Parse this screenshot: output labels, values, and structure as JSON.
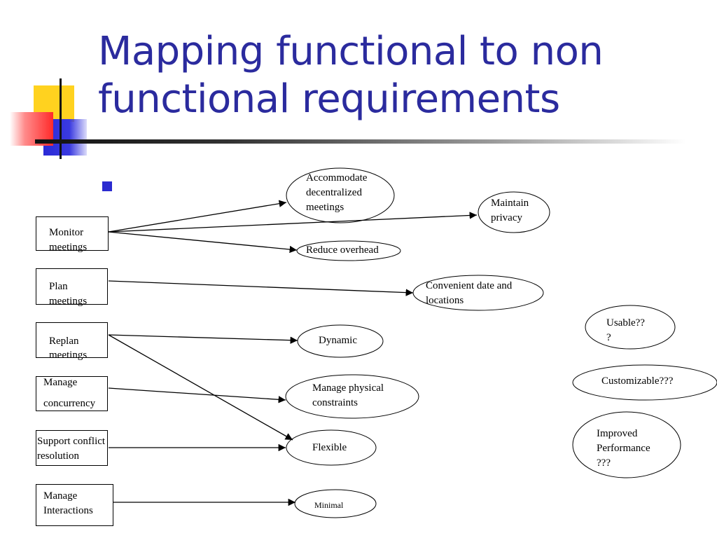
{
  "slide": {
    "title_line1": "Mapping functional to non",
    "title_line2": "functional requirements"
  },
  "functional": [
    {
      "id": "monitor",
      "lines": [
        "Monitor",
        "meetings"
      ]
    },
    {
      "id": "plan",
      "lines": [
        "Plan",
        "meetings"
      ]
    },
    {
      "id": "replan",
      "lines": [
        "Replan",
        "meetings"
      ]
    },
    {
      "id": "concurrency",
      "lines": [
        "Manage",
        "concurrency"
      ]
    },
    {
      "id": "conflict",
      "lines": [
        "Support conflict",
        "resolution"
      ]
    },
    {
      "id": "interactions",
      "lines": [
        "Manage",
        "Interactions"
      ]
    }
  ],
  "nonfunctional": [
    {
      "id": "accommodate",
      "lines": [
        "Accommodate",
        "decentralized",
        "meetings"
      ]
    },
    {
      "id": "privacy",
      "lines": [
        "Maintain",
        "privacy"
      ]
    },
    {
      "id": "overhead",
      "lines": [
        "Reduce overhead"
      ]
    },
    {
      "id": "convenient",
      "lines": [
        "Convenient date and",
        "locations"
      ]
    },
    {
      "id": "dynamic",
      "lines": [
        "Dynamic"
      ]
    },
    {
      "id": "physical",
      "lines": [
        "Manage physical",
        "constraints"
      ]
    },
    {
      "id": "flexible",
      "lines": [
        "Flexible"
      ]
    },
    {
      "id": "minimal",
      "lines": [
        "Minimal"
      ]
    },
    {
      "id": "usable",
      "lines": [
        "Usable??",
        "?"
      ]
    },
    {
      "id": "customizable",
      "lines": [
        "Customizable???"
      ]
    },
    {
      "id": "performance",
      "lines": [
        "Improved",
        "Performance",
        "???"
      ]
    }
  ],
  "arrows": [
    {
      "from": "monitor",
      "to": "accommodate"
    },
    {
      "from": "monitor",
      "to": "privacy"
    },
    {
      "from": "monitor",
      "to": "overhead"
    },
    {
      "from": "plan",
      "to": "convenient"
    },
    {
      "from": "replan",
      "to": "dynamic"
    },
    {
      "from": "replan",
      "to": "flexible"
    },
    {
      "from": "concurrency",
      "to": "physical"
    },
    {
      "from": "conflict",
      "to": "flexible"
    },
    {
      "from": "interactions",
      "to": "minimal"
    }
  ],
  "colors": {
    "title": "#2b2b9e",
    "bullet": "#2b2bd0",
    "deco_yellow": "#ffd21f",
    "deco_blue": "#2a2ad6",
    "deco_red": "#ff3030"
  }
}
